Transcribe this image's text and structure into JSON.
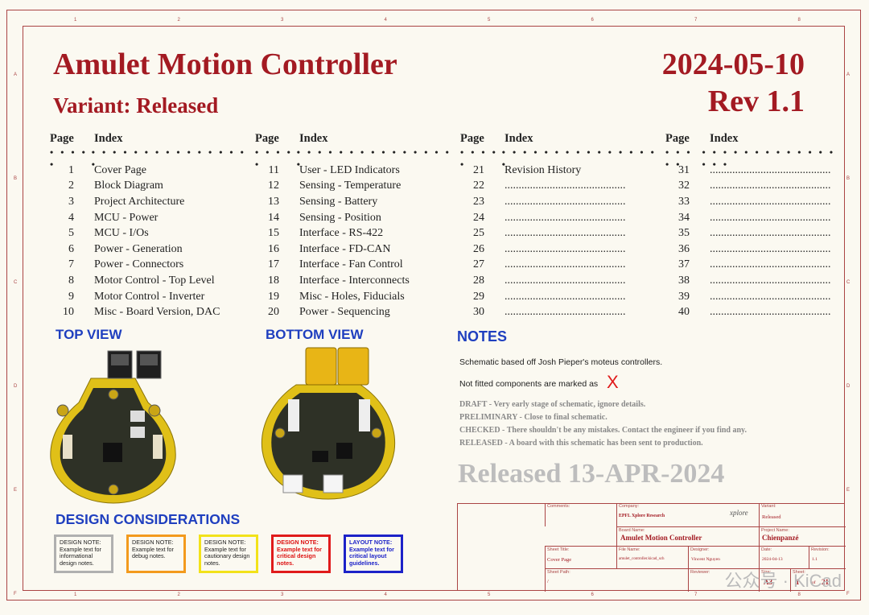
{
  "header": {
    "title": "Amulet Motion Controller",
    "subtitle": "Variant: Released",
    "date": "2024-05-10",
    "revision": "Rev 1.1"
  },
  "index": {
    "page_label": "Page",
    "index_label": "Index",
    "dots_short": "• • • • •",
    "dots_long": "• • • • • • • • • • • • • • • •",
    "columns": [
      [
        {
          "n": "1",
          "t": "Cover Page"
        },
        {
          "n": "2",
          "t": "Block Diagram"
        },
        {
          "n": "3",
          "t": "Project Architecture"
        },
        {
          "n": "4",
          "t": "MCU - Power"
        },
        {
          "n": "5",
          "t": "MCU - I/Os"
        },
        {
          "n": "6",
          "t": "Power - Generation"
        },
        {
          "n": "7",
          "t": "Power - Connectors"
        },
        {
          "n": "8",
          "t": "Motor Control - Top Level"
        },
        {
          "n": "9",
          "t": "Motor Control - Inverter"
        },
        {
          "n": "10",
          "t": "Misc - Board Version, DAC"
        }
      ],
      [
        {
          "n": "11",
          "t": "User - LED Indicators"
        },
        {
          "n": "12",
          "t": "Sensing - Temperature"
        },
        {
          "n": "13",
          "t": "Sensing - Battery"
        },
        {
          "n": "14",
          "t": "Sensing - Position"
        },
        {
          "n": "15",
          "t": "Interface - RS-422"
        },
        {
          "n": "16",
          "t": "Interface - FD-CAN"
        },
        {
          "n": "17",
          "t": "Interface - Fan Control"
        },
        {
          "n": "18",
          "t": "Interface - Interconnects"
        },
        {
          "n": "19",
          "t": "Misc - Holes, Fiducials"
        },
        {
          "n": "20",
          "t": "Power - Sequencing"
        }
      ],
      [
        {
          "n": "21",
          "t": "Revision History"
        },
        {
          "n": "22",
          "t": "..........................................."
        },
        {
          "n": "23",
          "t": "..........................................."
        },
        {
          "n": "24",
          "t": "..........................................."
        },
        {
          "n": "25",
          "t": "..........................................."
        },
        {
          "n": "26",
          "t": "..........................................."
        },
        {
          "n": "27",
          "t": "..........................................."
        },
        {
          "n": "28",
          "t": "..........................................."
        },
        {
          "n": "29",
          "t": "..........................................."
        },
        {
          "n": "30",
          "t": "..........................................."
        }
      ],
      [
        {
          "n": "31",
          "t": "..........................................."
        },
        {
          "n": "32",
          "t": "..........................................."
        },
        {
          "n": "33",
          "t": "..........................................."
        },
        {
          "n": "34",
          "t": "..........................................."
        },
        {
          "n": "35",
          "t": "..........................................."
        },
        {
          "n": "36",
          "t": "..........................................."
        },
        {
          "n": "37",
          "t": "..........................................."
        },
        {
          "n": "38",
          "t": "..........................................."
        },
        {
          "n": "39",
          "t": "..........................................."
        },
        {
          "n": "40",
          "t": "..........................................."
        }
      ]
    ]
  },
  "views": {
    "top": "TOP VIEW",
    "bottom": "BOTTOM VIEW",
    "design_considerations": "DESIGN CONSIDERATIONS"
  },
  "notes": {
    "heading": "NOTES",
    "line1": "Schematic based off Josh Pieper's moteus controllers.",
    "line2": "Not fitted components are marked as",
    "dnf_mark": "X",
    "statuses": [
      "DRAFT - Very early stage of schematic, ignore details.",
      "PRELIMINARY - Close to final schematic.",
      "CHECKED - There shouldn't be any mistakes. Contact the engineer if you find any.",
      "RELEASED - A board with this schematic has been sent to production."
    ],
    "released_stamp": "Released 13-APR-2024"
  },
  "design_notes": [
    {
      "head": "DESIGN NOTE:",
      "body": "Example text for informational design notes.",
      "color": "#b0b0b0",
      "text_color": "#222"
    },
    {
      "head": "DESIGN NOTE:",
      "body": "Example text for debug notes.",
      "color": "#f39a1d",
      "text_color": "#222"
    },
    {
      "head": "DESIGN NOTE:",
      "body": "Example text for cautionary design notes.",
      "color": "#f2e21a",
      "text_color": "#222"
    },
    {
      "head": "DESIGN NOTE:",
      "body": "Example text for critical design notes.",
      "color": "#e01b1b",
      "text_color": "#d11"
    },
    {
      "head": "LAYOUT NOTE:",
      "body": "Example text for critical layout guidelines.",
      "color": "#1c22c8",
      "text_color": "#1c22c8"
    }
  ],
  "title_block": {
    "comments_label": "Comments:",
    "company_label": "Company:",
    "company": "EPFL Xplore Research",
    "logo_text": "xplore",
    "variant_label": "Variant:",
    "variant": "Released",
    "board_label": "Board Name:",
    "board": "Amulet Motion Controller",
    "project_label": "Project Name:",
    "project": "Chienpanzé",
    "sheet_title_label": "Sheet Title:",
    "sheet_title": "Cover Page",
    "file_label": "File Name:",
    "file": "amulet_controller.kicad_sch",
    "designer_label": "Designer:",
    "designer": "Vincent Nguyen",
    "date_label": "Date:",
    "date": "2024-04-13",
    "revision_label": "Revision:",
    "revision": "1.1",
    "path_label": "Sheet Path:",
    "path": "/",
    "reviewer_label": "Reviewer:",
    "size_label": "Size:",
    "size": "A3",
    "sheet_label": "Sheet:",
    "sheet": "1",
    "of": "of",
    "total": "21"
  },
  "watermark": "公众号 · KiCad",
  "colors": {
    "accent": "#a31a22",
    "blue": "#1f3fbf",
    "frame": "#aa4444"
  }
}
